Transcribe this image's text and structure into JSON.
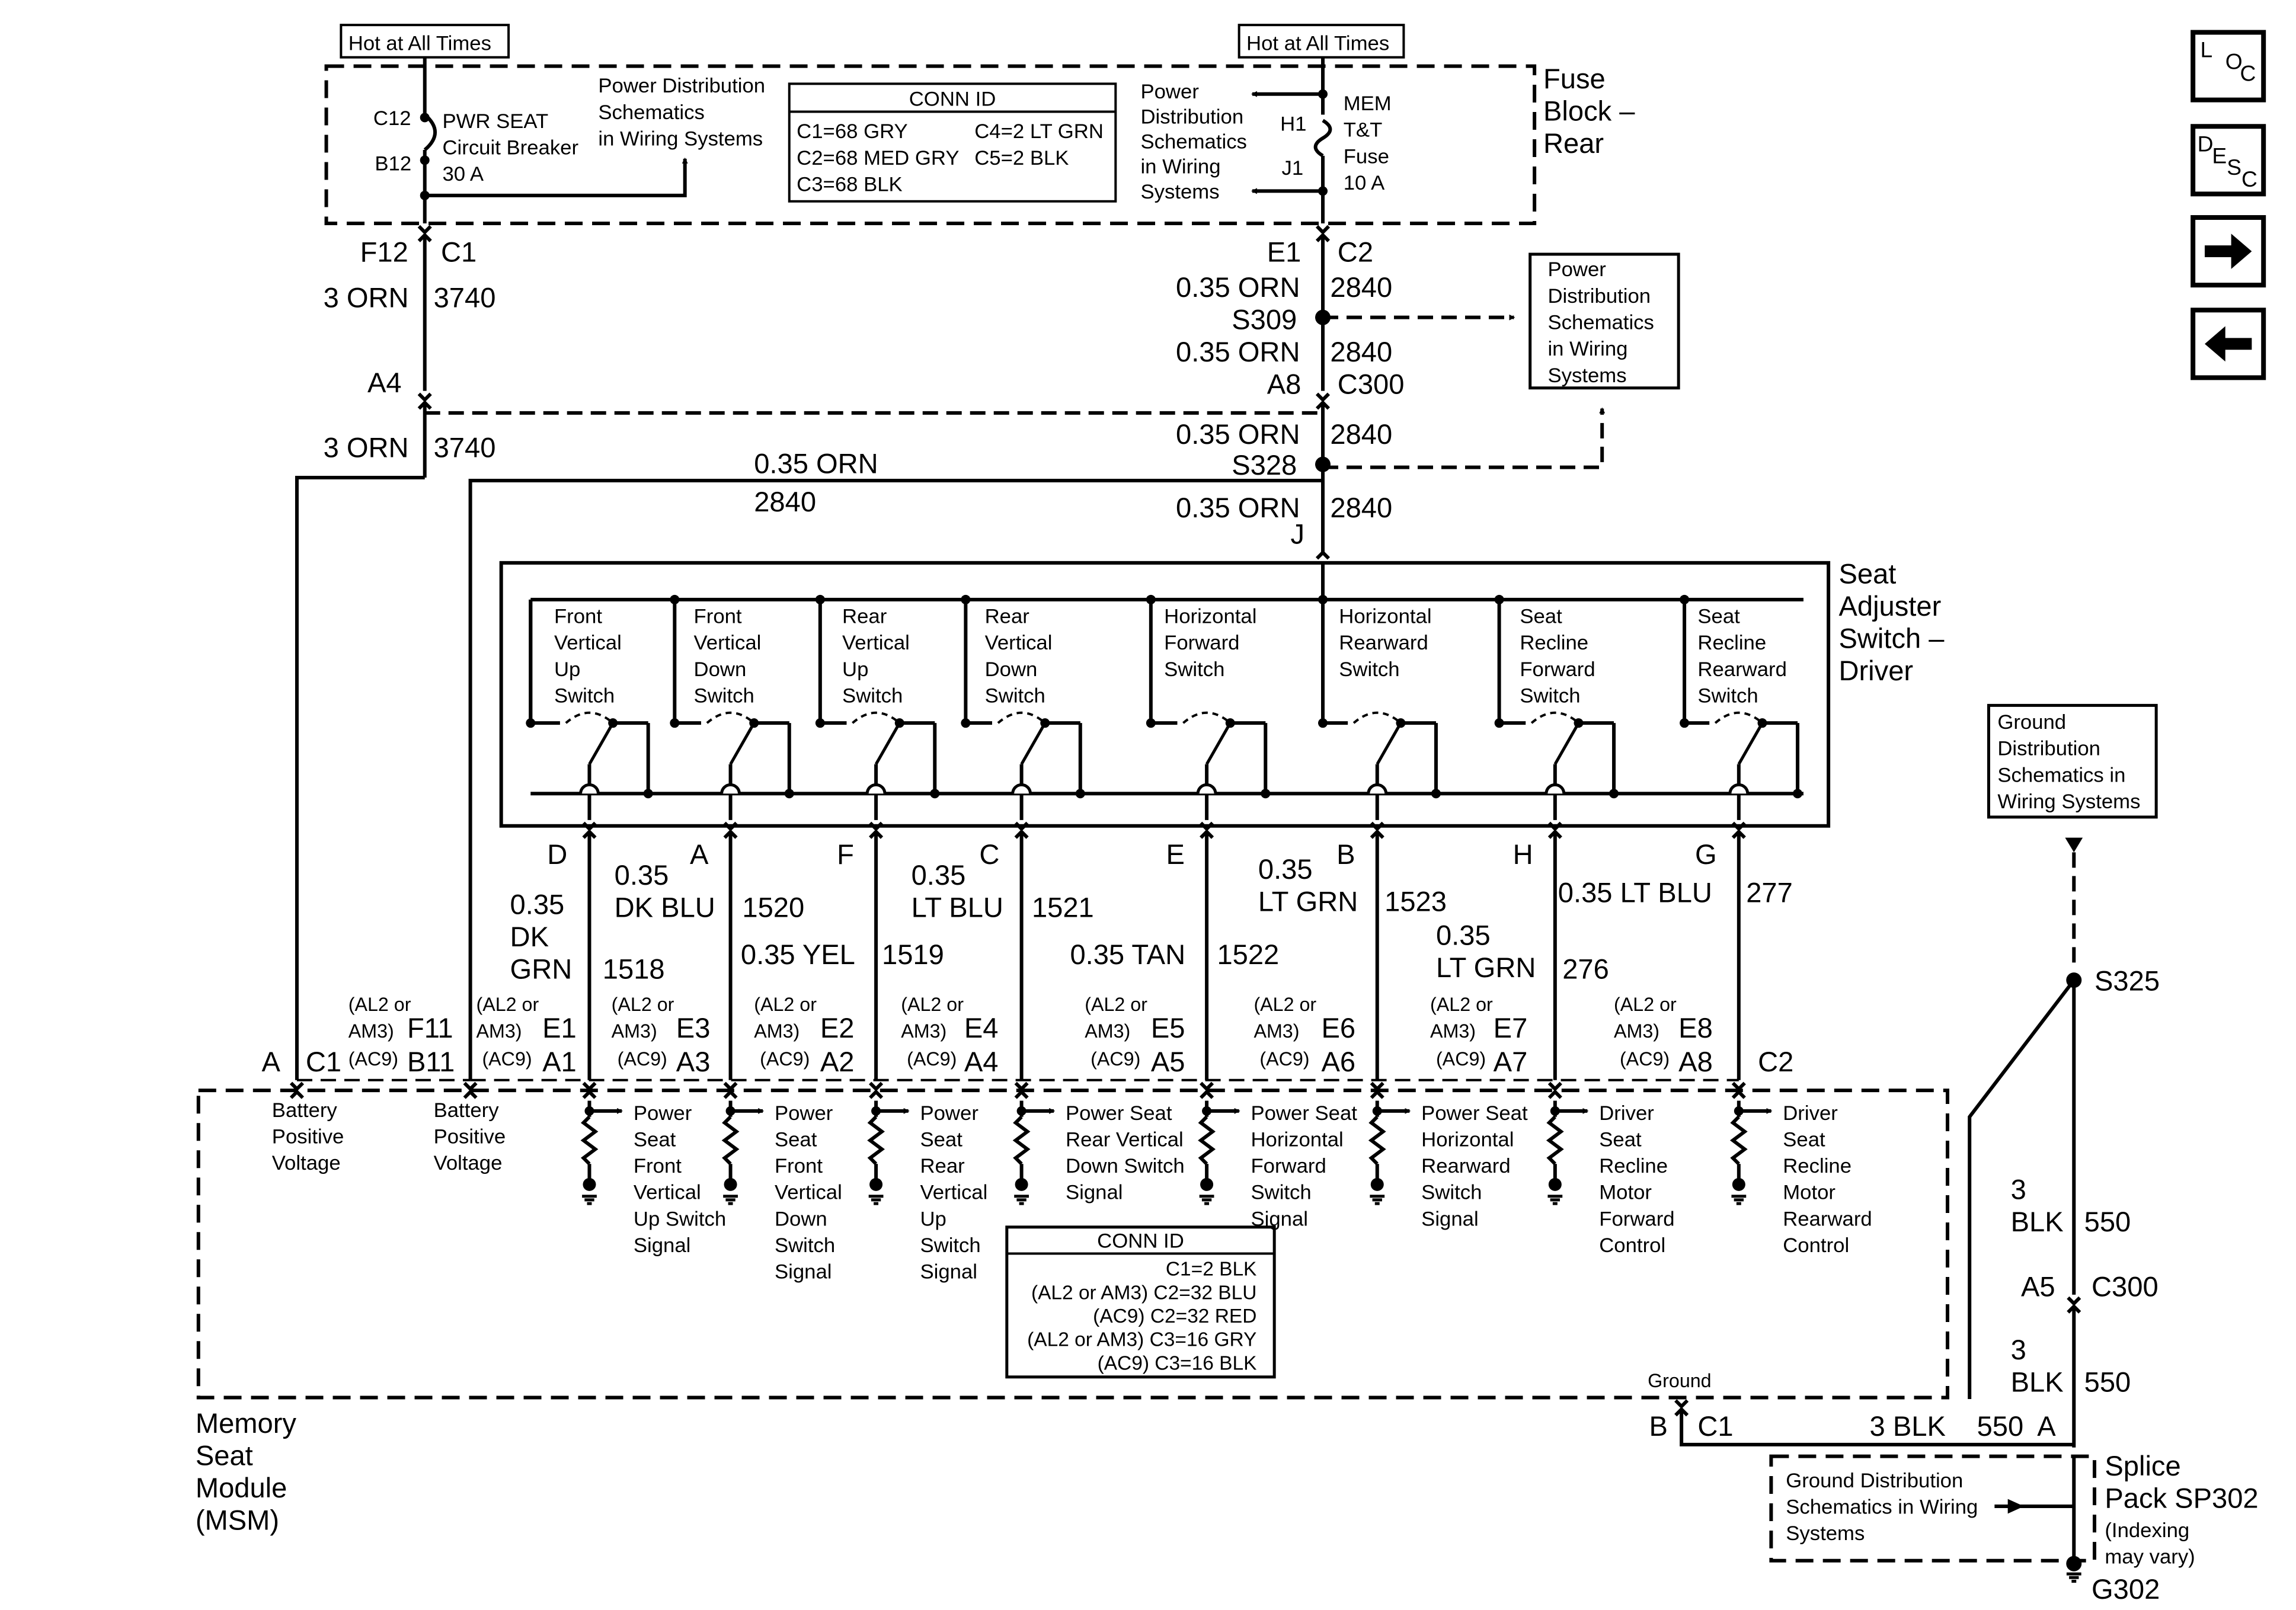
{
  "fuse_block": {
    "hot1": "Hot at All Times",
    "hot2": "Hot at All Times",
    "title": [
      "Fuse",
      "Block –",
      "Rear"
    ],
    "cb_term_c12": "C12",
    "cb_term_b12": "B12",
    "cb_label": [
      "PWR SEAT",
      "Circuit Breaker",
      "30 A"
    ],
    "pds_left": [
      "Power Distribution",
      "Schematics",
      "in Wiring Systems"
    ],
    "pds_right": [
      "Power",
      "Distribution",
      "Schematics",
      "in Wiring",
      "Systems"
    ],
    "fuse_term_h1": "H1",
    "fuse_term_j1": "J1",
    "fuse_label": [
      "MEM",
      "T&T",
      "Fuse",
      "10 A"
    ],
    "conn_id": {
      "title": "CONN ID",
      "left": [
        "C1=68 GRY",
        "C2=68 MED GRY",
        "C3=68 BLK"
      ],
      "right": [
        "C4=2 LT GRN",
        "C5=2 BLK"
      ]
    }
  },
  "feed_left": {
    "pin_f12": "F12",
    "conn_c1": "C1",
    "wire1_color": "3 ORN",
    "wire1_num": "3740",
    "a4": "A4",
    "wire2_color": "3 ORN",
    "wire2_num": "3740"
  },
  "feed_right": {
    "pin_e1": "E1",
    "conn_c2": "C2",
    "w1_color": "0.35 ORN",
    "w1_num": "2840",
    "s309": "S309",
    "w2_color": "0.35 ORN",
    "w2_num": "2840",
    "a8": "A8",
    "c300": "C300",
    "w3_color": "0.35 ORN",
    "w3_num": "2840",
    "s328": "S328",
    "w4_color": "0.35 ORN",
    "w4_num": "2840",
    "branch_color": "0.35 ORN",
    "branch_num": "2840",
    "pin_j": "J",
    "pds_box": [
      "Power",
      "Distribution",
      "Schematics",
      "in Wiring",
      "Systems"
    ]
  },
  "seat_switch": {
    "title": [
      "Seat",
      "Adjuster",
      "Switch –",
      "Driver"
    ],
    "switches": [
      {
        "label": [
          "Front",
          "Vertical",
          "Up",
          "Switch"
        ],
        "pin": "D",
        "color_lines": [
          "0.35",
          "DK",
          "GRN"
        ],
        "circuit": "1518",
        "msm_alt": [
          "(AL2 or",
          "AM3)",
          "(AC9)"
        ],
        "msm_pins": [
          "E1",
          "A1"
        ],
        "signal": [
          "Power",
          "Seat",
          "Front",
          "Vertical",
          "Up Switch",
          "Signal"
        ]
      },
      {
        "label": [
          "Front",
          "Vertical",
          "Down",
          "Switch"
        ],
        "pin": "A",
        "color_lines": [
          "0.35",
          "DK BLU"
        ],
        "circuit": "1520",
        "msm_alt": [
          "(AL2 or",
          "AM3)",
          "(AC9)"
        ],
        "msm_pins": [
          "E3",
          "A3"
        ],
        "signal": [
          "Power",
          "Seat",
          "Front",
          "Vertical",
          "Down",
          "Switch",
          "Signal"
        ]
      },
      {
        "label": [
          "Rear",
          "Vertical",
          "Up",
          "Switch"
        ],
        "pin": "F",
        "color_lines": [
          "0.35 YEL"
        ],
        "circuit": "1519",
        "msm_alt": [
          "(AL2 or",
          "AM3)",
          "(AC9)"
        ],
        "msm_pins": [
          "E2",
          "A2"
        ],
        "signal": [
          "Power",
          "Seat",
          "Rear",
          "Vertical",
          "Up",
          "Switch",
          "Signal"
        ]
      },
      {
        "label": [
          "Rear",
          "Vertical",
          "Down",
          "Switch"
        ],
        "pin": "C",
        "color_lines": [
          "0.35",
          "LT BLU"
        ],
        "circuit": "1521",
        "msm_alt": [
          "(AL2 or",
          "AM3)",
          "(AC9)"
        ],
        "msm_pins": [
          "E4",
          "A4"
        ],
        "signal": [
          "Power Seat",
          "Rear Vertical",
          "Down Switch",
          "Signal"
        ]
      },
      {
        "label": [
          "Horizontal",
          "Forward",
          "Switch"
        ],
        "pin": "E",
        "color_lines": [
          "0.35 TAN"
        ],
        "circuit": "1522",
        "msm_alt": [
          "(AL2 or",
          "AM3)",
          "(AC9)"
        ],
        "msm_pins": [
          "E5",
          "A5"
        ],
        "signal": [
          "Power Seat",
          "Horizontal",
          "Forward",
          "Switch",
          "Signal"
        ]
      },
      {
        "label": [
          "Horizontal",
          "Rearward",
          "Switch"
        ],
        "pin": "B",
        "color_lines": [
          "0.35",
          "LT GRN"
        ],
        "circuit": "1523",
        "msm_alt": [
          "(AL2 or",
          "AM3)",
          "(AC9)"
        ],
        "msm_pins": [
          "E6",
          "A6"
        ],
        "signal": [
          "Power Seat",
          "Horizontal",
          "Rearward",
          "Switch",
          "Signal"
        ]
      },
      {
        "label": [
          "Seat",
          "Recline",
          "Forward",
          "Switch"
        ],
        "pin": "H",
        "color_lines": [
          "0.35",
          "LT GRN"
        ],
        "circuit": "276",
        "msm_alt": [
          "(AL2 or",
          "AM3)",
          "(AC9)"
        ],
        "msm_pins": [
          "E7",
          "A7"
        ],
        "signal": [
          "Driver",
          "Seat",
          "Recline",
          "Motor",
          "Forward",
          "Control"
        ]
      },
      {
        "label": [
          "Seat",
          "Recline",
          "Rearward",
          "Switch"
        ],
        "pin": "G",
        "color_lines": [
          "0.35 LT BLU"
        ],
        "circuit": "277",
        "msm_alt": [
          "(AL2 or",
          "AM3)",
          "(AC9)"
        ],
        "msm_pins": [
          "E8",
          "A8"
        ],
        "signal": [
          "Driver",
          "Seat",
          "Recline",
          "Motor",
          "Rearward",
          "Control"
        ]
      }
    ]
  },
  "msm": {
    "title": [
      "Memory",
      "Seat",
      "Module",
      "(MSM)"
    ],
    "pin_a": "A",
    "conn_c1": "C1",
    "alt_f11": [
      "(AL2 or",
      "AM3)",
      "(AC9)"
    ],
    "pin_f11": "F11",
    "pin_b11": "B11",
    "bat1": [
      "Battery",
      "Positive",
      "Voltage"
    ],
    "bat2": [
      "Battery",
      "Positive",
      "Voltage"
    ],
    "conn_c2": "C2",
    "ground_label": "Ground",
    "conn_id": {
      "title": "CONN ID",
      "rows": [
        "C1=2 BLK",
        "(AL2 or AM3) C2=32 BLU",
        "(AC9) C2=32 RED",
        "(AL2 or AM3) C3=16 GRY",
        "(AC9) C3=16 BLK"
      ]
    },
    "gnd_pin_b": "B",
    "gnd_conn_c1": "C1",
    "gnd_wire_color": "3 BLK",
    "gnd_wire_num": "550",
    "gnd_pin_a": "A"
  },
  "ground": {
    "gds_top": [
      "Ground",
      "Distribution",
      "Schematics in",
      "Wiring Systems"
    ],
    "s325": "S325",
    "w1": [
      "3",
      "BLK"
    ],
    "w1_num": "550",
    "a5": "A5",
    "c300": "C300",
    "w2": [
      "3",
      "BLK"
    ],
    "w2_num": "550",
    "splice_title": [
      "Splice",
      "Pack SP302"
    ],
    "splice_note": [
      "(Indexing",
      "may vary)"
    ],
    "gds_bottom": [
      "Ground Distribution",
      "Schematics in Wiring",
      "Systems"
    ],
    "g302": "G302"
  },
  "side_buttons": {
    "loc": [
      "L",
      "O",
      "C"
    ],
    "desc": [
      "D",
      "E",
      "S",
      "C"
    ],
    "next_icon": "arrow-right-icon",
    "prev_icon": "arrow-left-icon"
  }
}
